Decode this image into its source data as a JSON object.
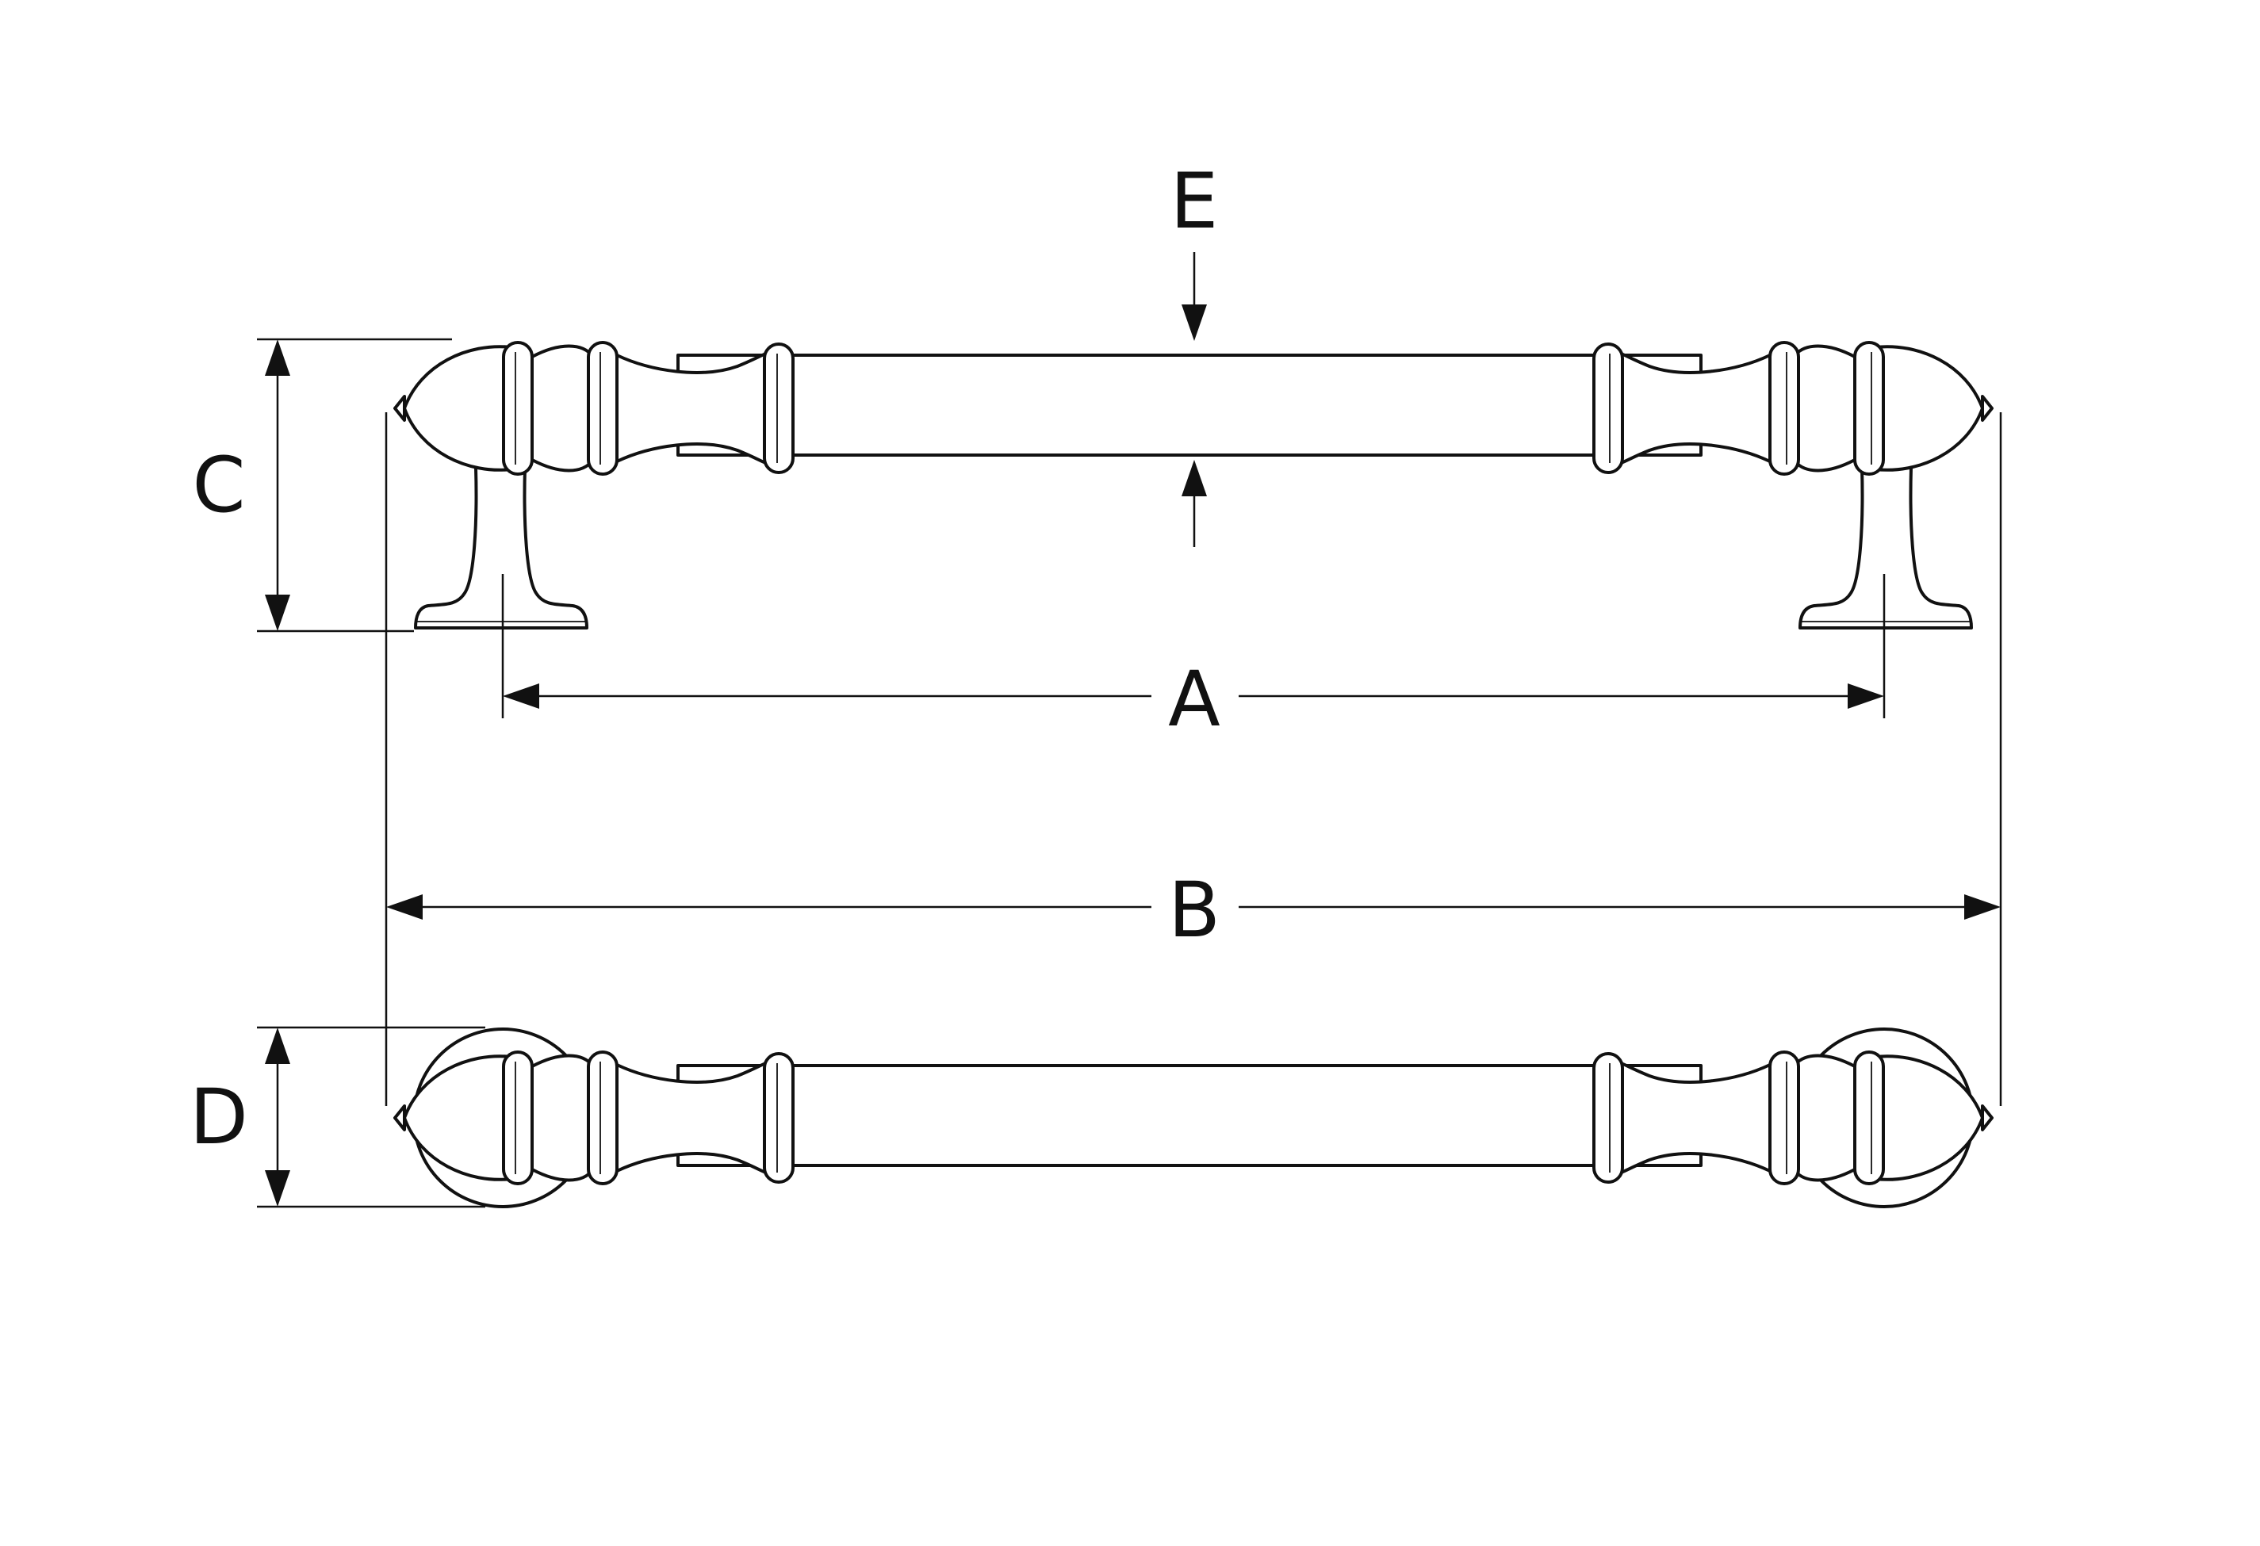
{
  "dimensions": {
    "A": "A",
    "B": "B",
    "C": "C",
    "D": "D",
    "E": "E"
  },
  "colors": {
    "line": "#111111",
    "background": "#ffffff"
  }
}
